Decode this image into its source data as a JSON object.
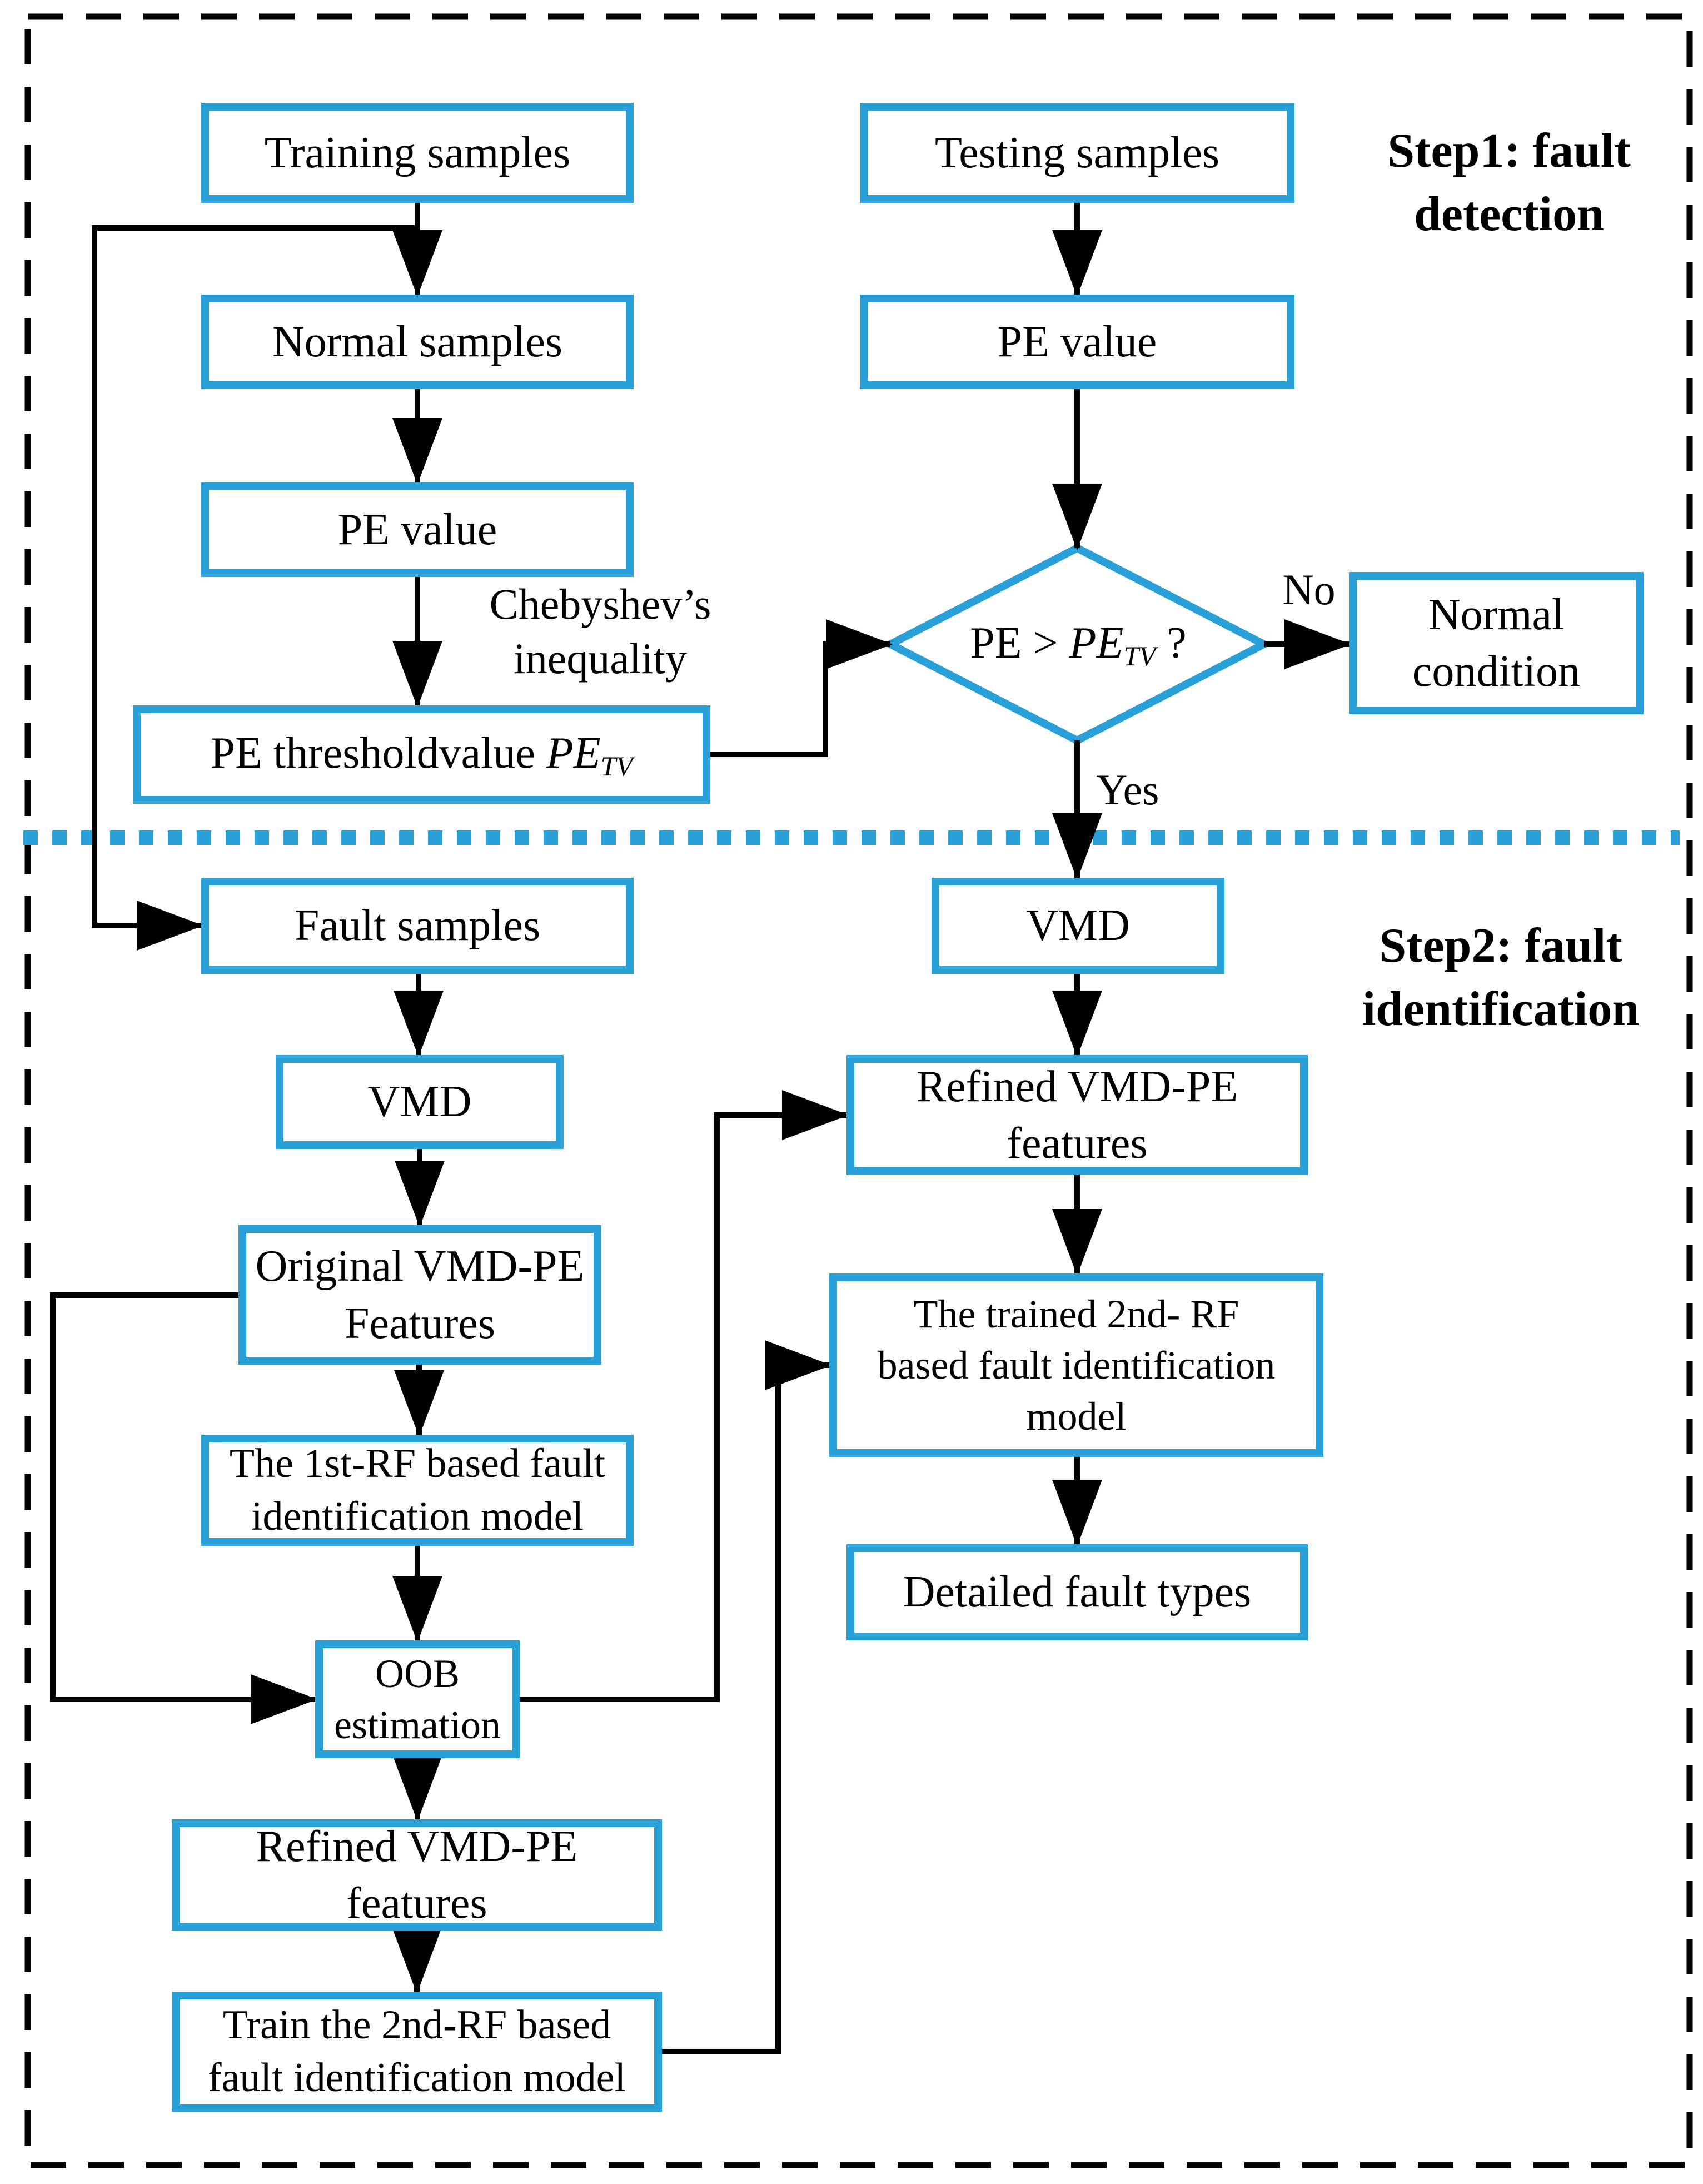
{
  "colors": {
    "accent": "#29A0D8",
    "line": "#000000",
    "background": "#FFFFFF"
  },
  "steps": {
    "step1": "Step1: fault\ndetection",
    "step2": "Step2: fault\nidentification"
  },
  "nodes": {
    "training": {
      "label": "Training samples"
    },
    "testing": {
      "label": "Testing samples"
    },
    "normal_samples": {
      "label": "Normal samples"
    },
    "pe_value_left": {
      "label": "PE value"
    },
    "pe_value_right": {
      "label": "PE value"
    },
    "threshold": {
      "prefix": "PE thresholdvalue ",
      "var": "PE",
      "sub": "TV"
    },
    "decision": {
      "prefix": "PE > ",
      "var": "PE",
      "sub": "TV",
      "suffix": " ?"
    },
    "normal_condition": {
      "label": "Normal\ncondition"
    },
    "fault_samples": {
      "label": "Fault samples"
    },
    "vmd_right": {
      "label": "VMD"
    },
    "vmd_left": {
      "label": "VMD"
    },
    "refined_right": {
      "label": "Refined VMD-PE\nfeatures"
    },
    "original_features": {
      "label": "Original VMD-PE\nFeatures"
    },
    "trained_model": {
      "label": "The trained 2nd- RF\nbased fault identification\nmodel"
    },
    "first_rf": {
      "label": "The 1st-RF based fault\nidentification model"
    },
    "oob": {
      "label": "OOB\nestimation"
    },
    "detailed_fault": {
      "label": "Detailed fault types"
    },
    "refined_left": {
      "label": "Refined VMD-PE\nfeatures"
    },
    "train_2nd": {
      "label": "Train the 2nd-RF based\nfault identification model"
    }
  },
  "edge_labels": {
    "no": "No",
    "yes": "Yes",
    "chebyshev": "Chebyshev’s\ninequality"
  }
}
